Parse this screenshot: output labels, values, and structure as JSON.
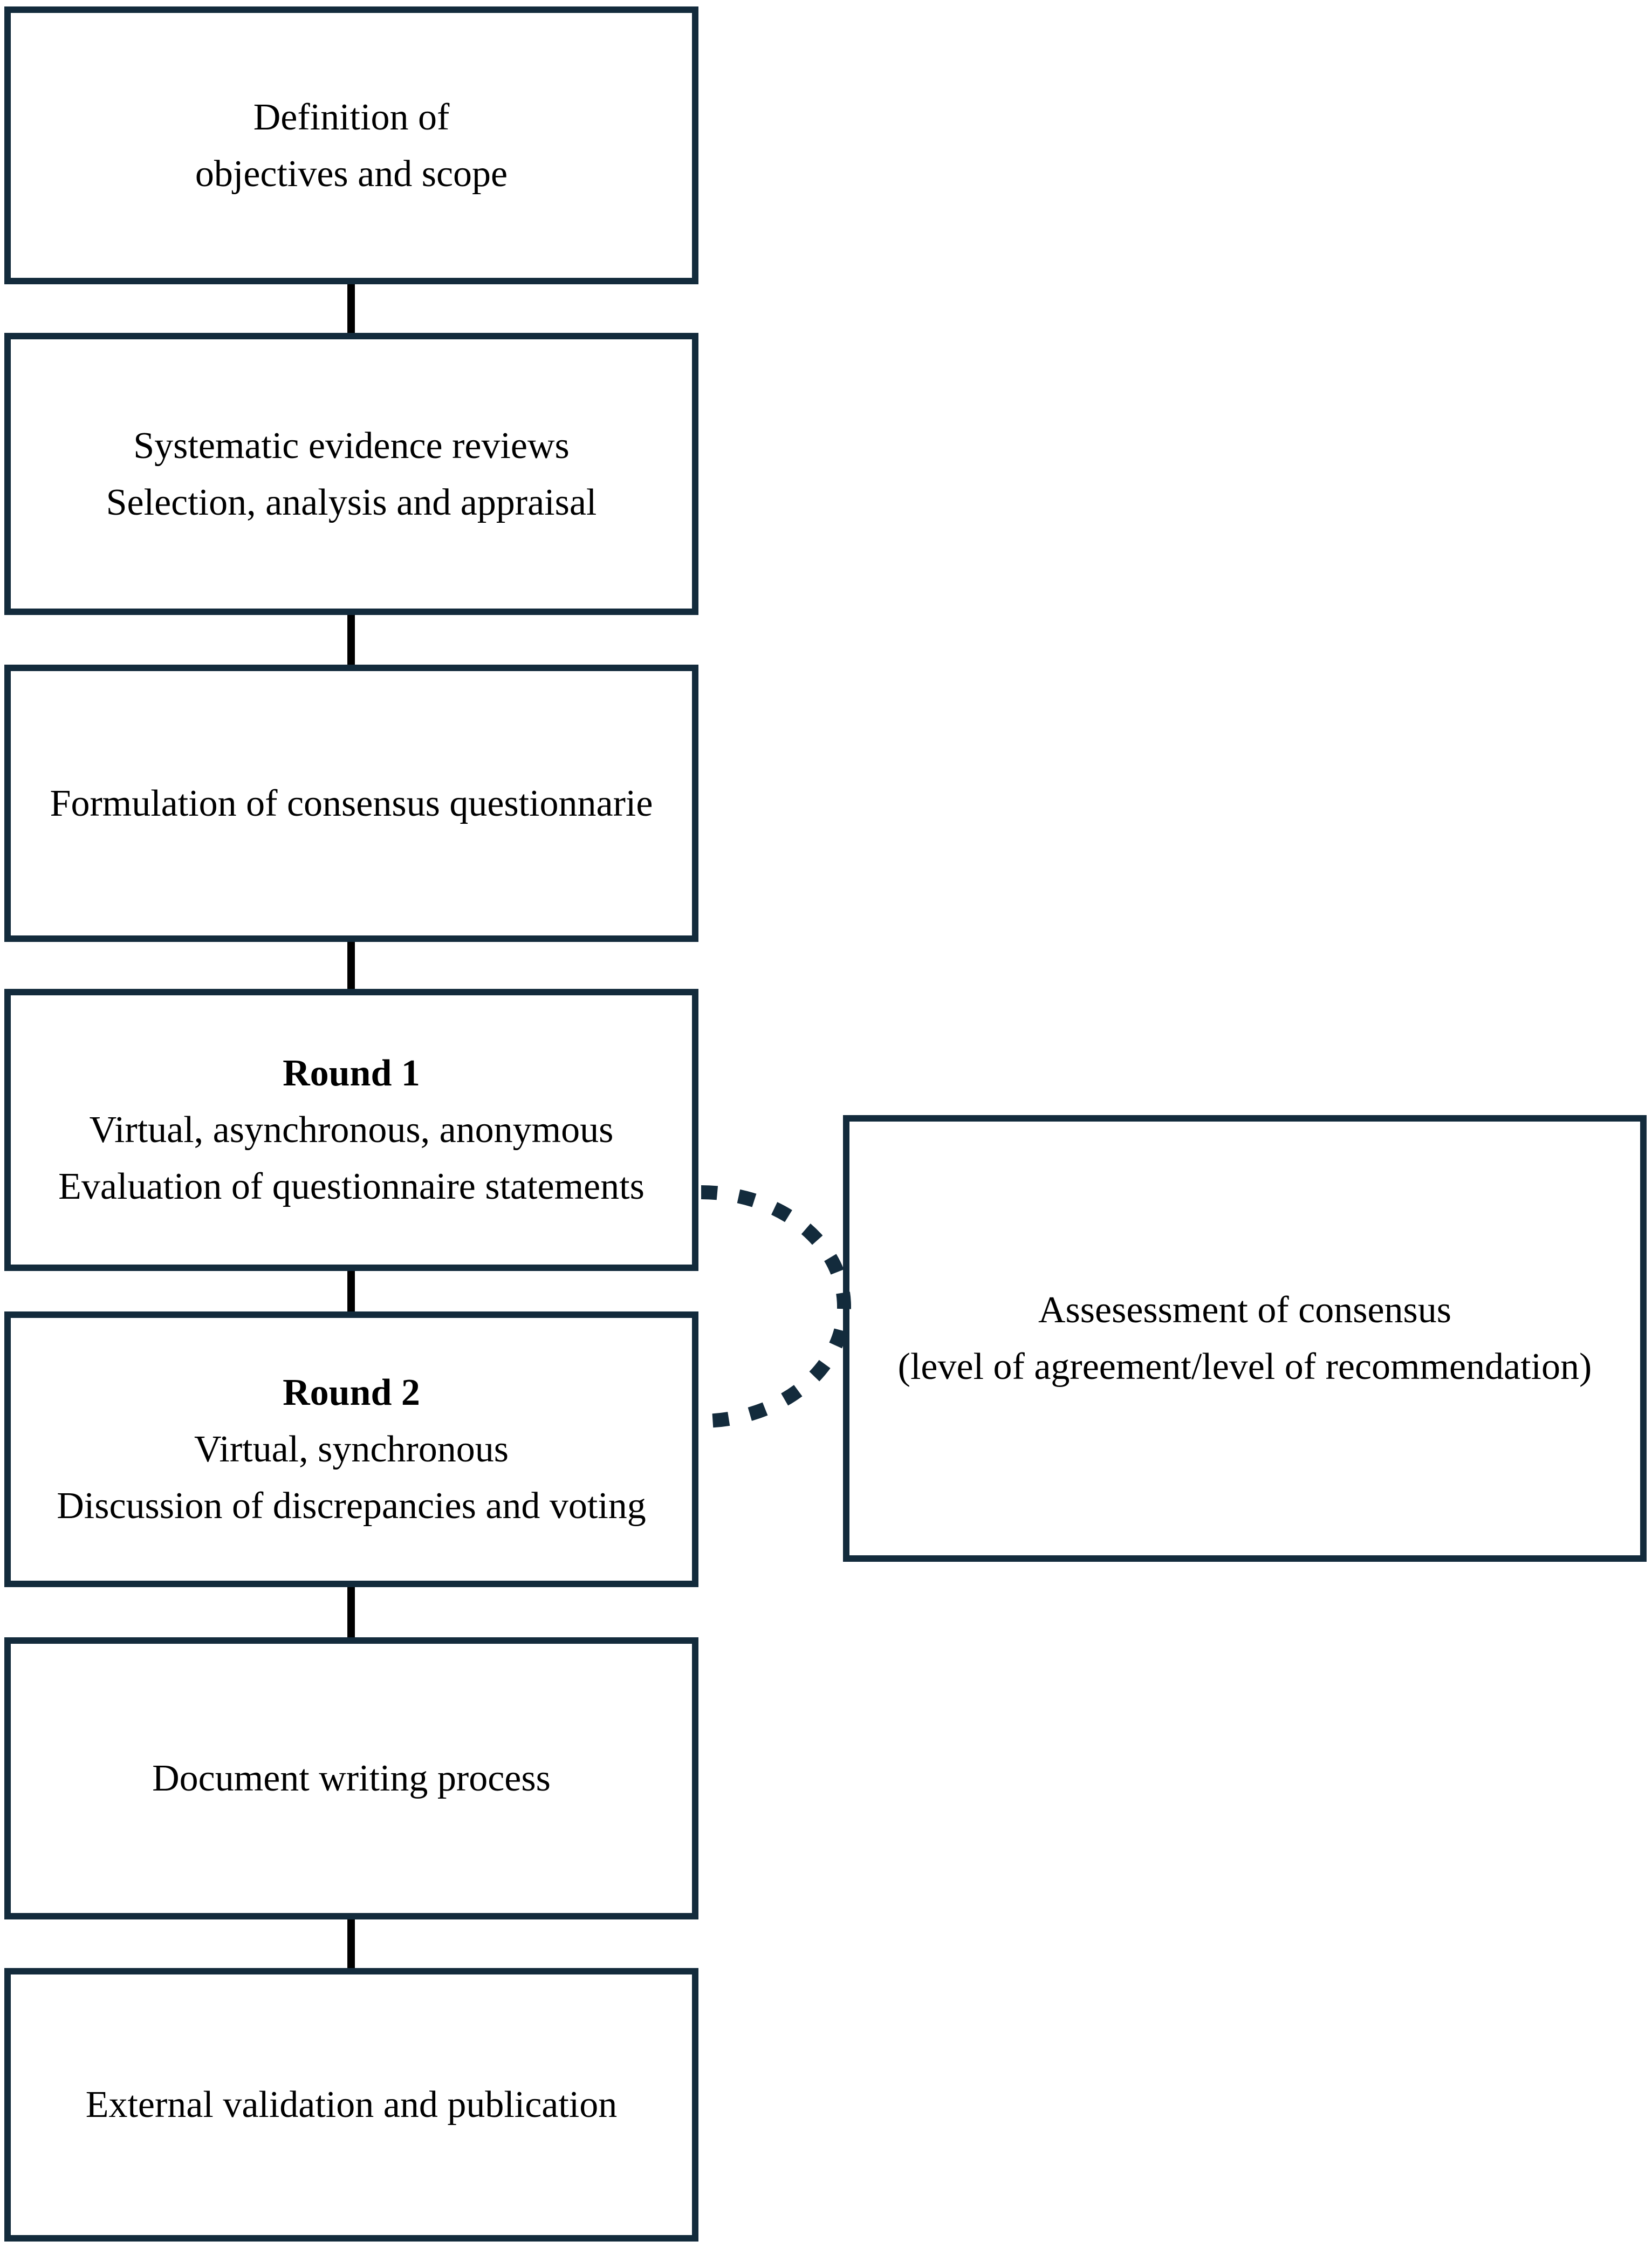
{
  "colors": {
    "box_border": "#132b3c",
    "connector": "#000000",
    "arc": "#132b3c",
    "text": "#000000"
  },
  "flow_boxes": [
    {
      "name": "definition-of-objectives",
      "lines": [
        "Definition of",
        "objectives and scope"
      ]
    },
    {
      "name": "systematic-evidence-reviews",
      "lines": [
        "Systematic evidence reviews",
        "Selection, analysis and appraisal"
      ]
    },
    {
      "name": "formulation-of-questionnaire",
      "lines": [
        "Formulation of consensus questionnarie"
      ]
    },
    {
      "name": "round-1",
      "title": "Round 1",
      "lines": [
        "Virtual, asynchronous, anonymous",
        "Evaluation of questionnaire statements"
      ]
    },
    {
      "name": "round-2",
      "title": "Round 2",
      "lines": [
        "Virtual, synchronous",
        "Discussion of discrepancies and voting"
      ]
    },
    {
      "name": "document-writing",
      "lines": [
        "Document writing process"
      ]
    },
    {
      "name": "external-validation",
      "lines": [
        "External validation and publication"
      ]
    }
  ],
  "side_box": {
    "name": "assessment-of-consensus",
    "lines": [
      "Assesessment of consensus",
      "(level of agreement/level of recommendation)"
    ]
  }
}
